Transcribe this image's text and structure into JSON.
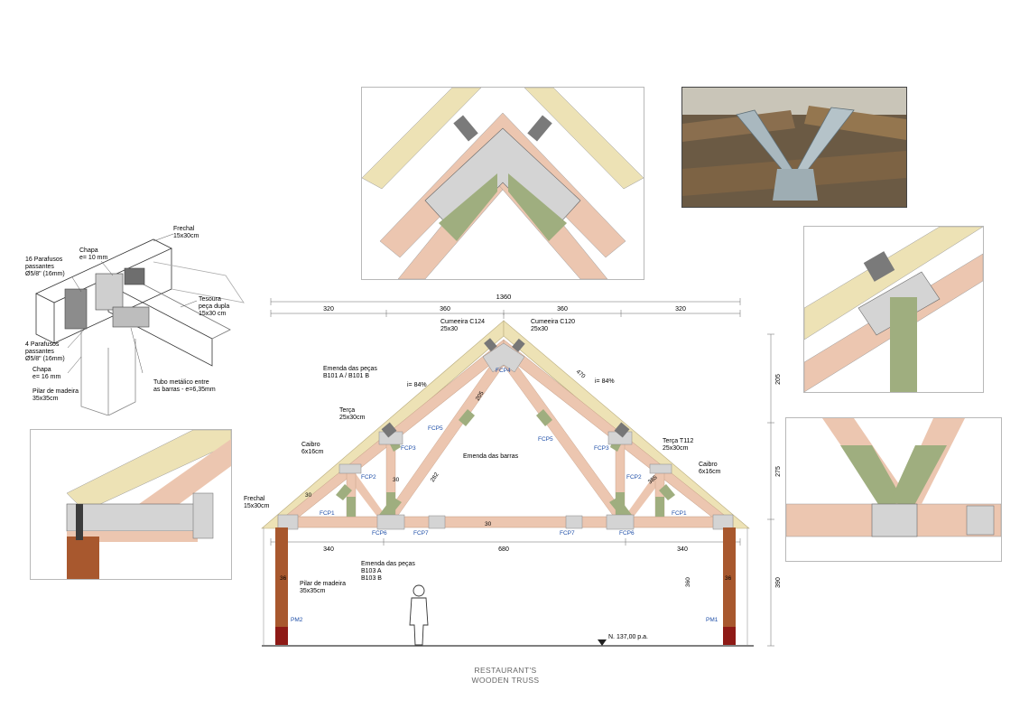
{
  "colors": {
    "rafter": "#ede2b5",
    "timber": "#ecc6b0",
    "gusset": "#9fae7f",
    "plate": "#d4d4d4",
    "pillar": "#a8582e",
    "pillar_base": "#8e1a16",
    "label_blue": "#1f4fa8"
  },
  "caption": {
    "line1": "RESTAURANT'S",
    "line2": "WOODEN TRUSS"
  },
  "iso": {
    "frechal": "Frechal\n15x30cm",
    "chapa10": "Chapa\ne= 10 mm",
    "paraf16": "16 Parafusos\npassantes\nØ5/8\" (16mm)",
    "tesoura": "Tesoura\npeça dupla\n15x30 cm",
    "paraf4": "4 Parafusos\npassantes\nØ5/8\" (16mm)",
    "chapa16": "Chapa\ne= 16 mm",
    "tubo": "Tubo metálico entre\nas barras - e=6,35mm",
    "pilar": "Pilar de madeira\n35x35cm"
  },
  "truss": {
    "span_total": "1360",
    "top_dims": [
      "320",
      "360",
      "360",
      "320"
    ],
    "bottom_dims": [
      "340",
      "680",
      "340"
    ],
    "height_dims": [
      "205",
      "275",
      "390"
    ],
    "cumeeira_left": "Cumeeira C124\n25x30",
    "cumeeira_right": "Cumeeira C120\n25x30",
    "emenda_top": "Emenda das peças\nB101 A / B101 B",
    "slope_left": "i= 84%",
    "slope_right": "i= 84%",
    "terca_left": "Terça\n25x30cm",
    "terca_right": "Terça T112\n25x30cm",
    "caibro_left": "Caibro\n6x16cm",
    "caibro_right": "Caibro\n6x16cm",
    "frechal": "Frechal\n15x30cm",
    "emenda_barras": "Emenda das barras",
    "emenda_bottom": "Emenda das peças\nB103 A\nB103 B",
    "pilar": "Pilar de madeira\n35x35cm",
    "level": "N. 137,00 p.a.",
    "member_dims": [
      "470",
      "205",
      "282",
      "30",
      "30",
      "385",
      "36",
      "36",
      "30",
      "360"
    ],
    "nodes": {
      "fcp1": "FCP1",
      "fcp2": "FCP2",
      "fcp3": "FCP3",
      "fcp4": "FCP4",
      "fcp5": "FCP5",
      "fcp6": "FCP6",
      "fcp7": "FCP7",
      "pm1": "PM1",
      "pm2": "PM2"
    }
  }
}
